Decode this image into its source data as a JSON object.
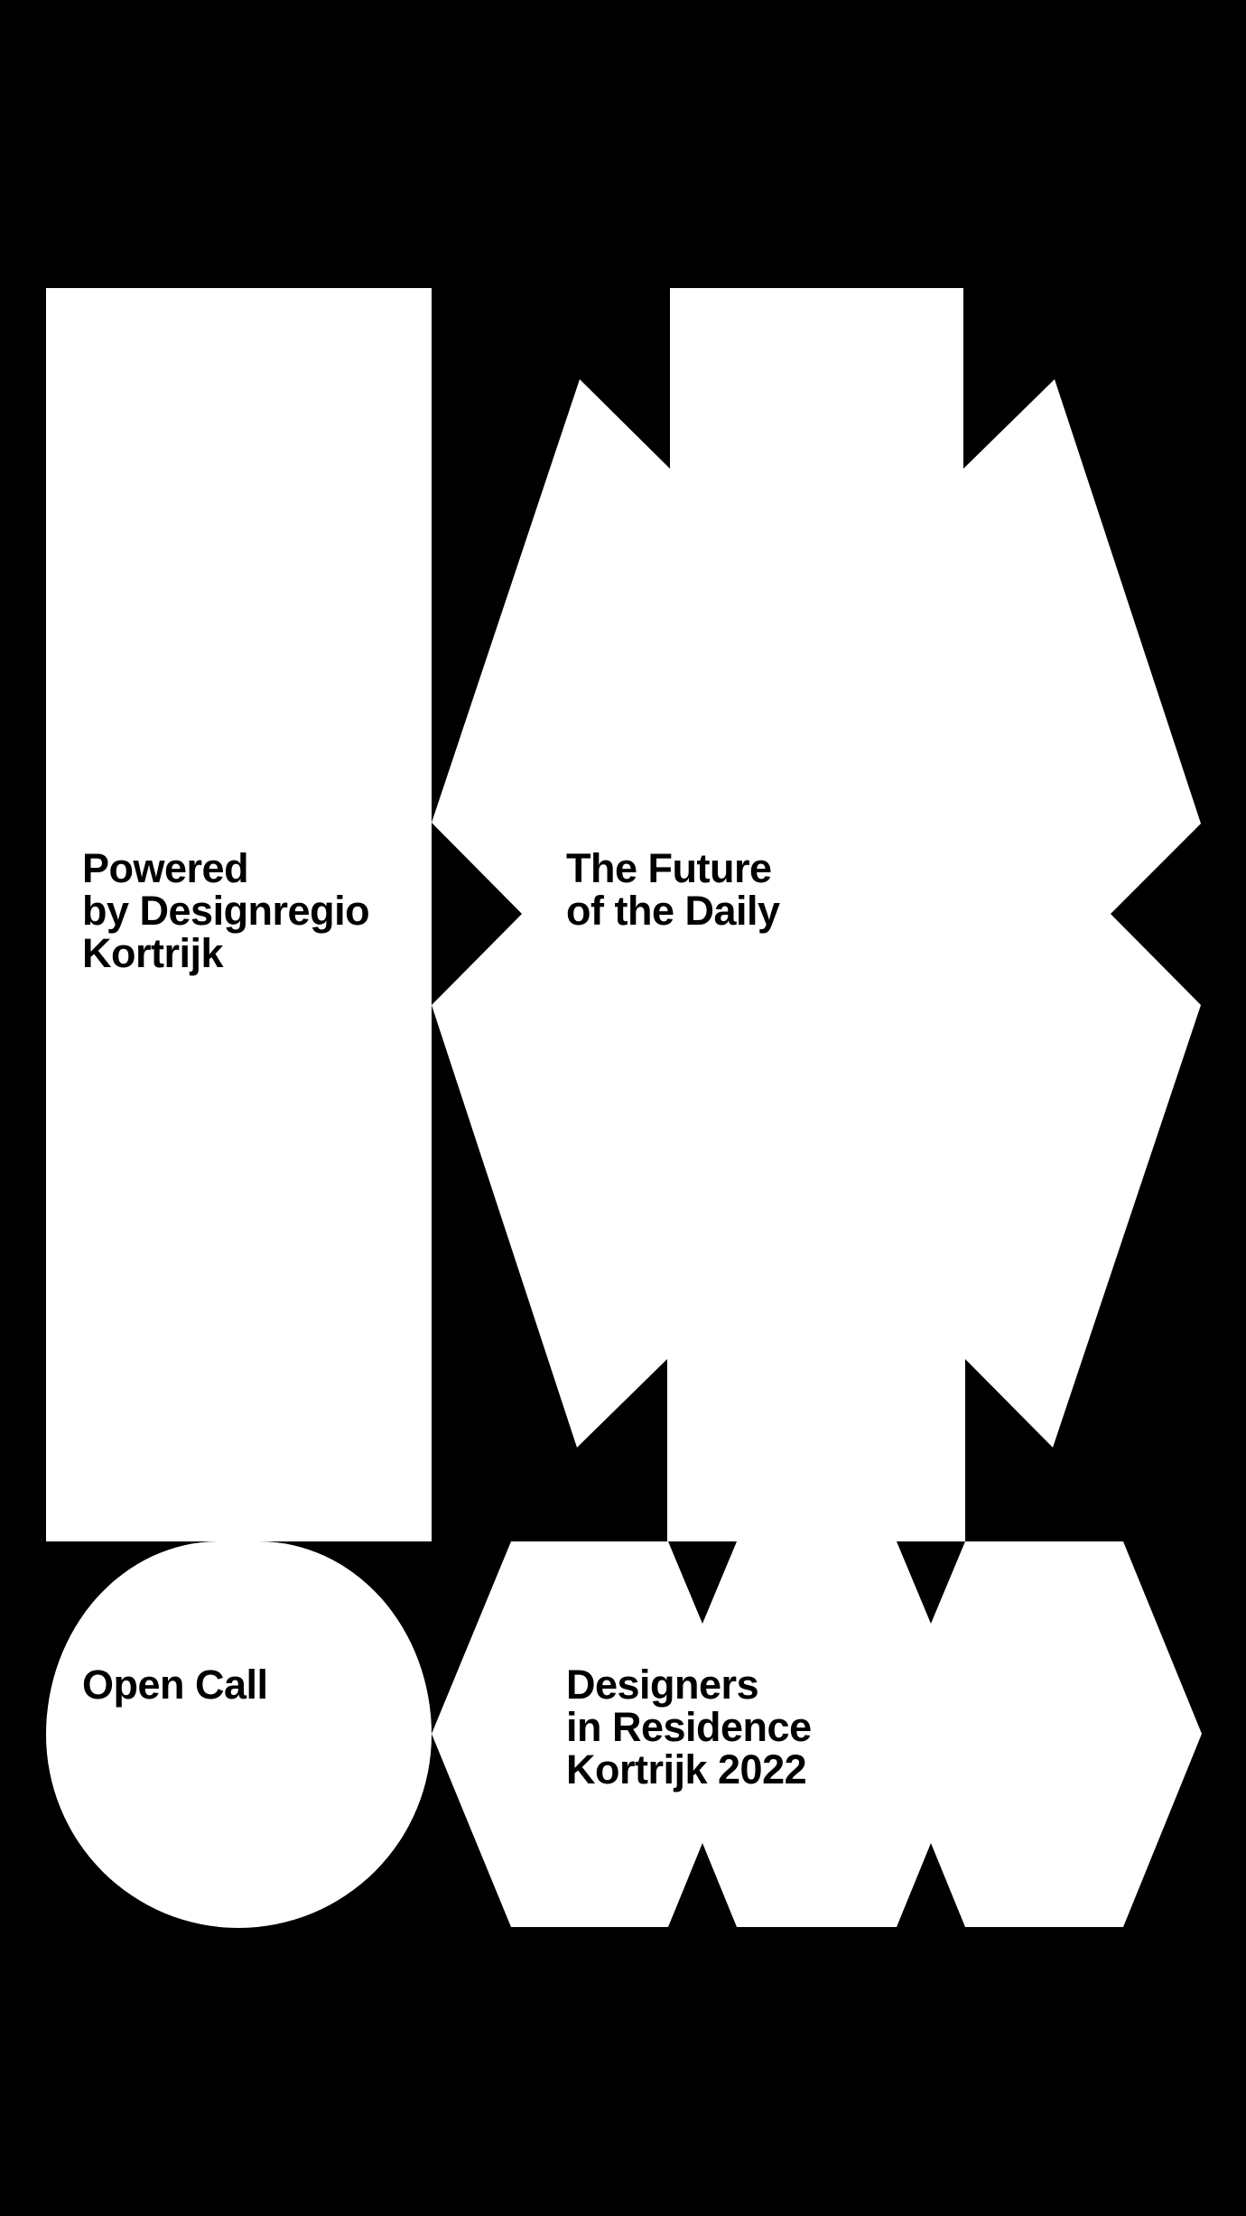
{
  "colors": {
    "background": "#000000",
    "shape": "#ffffff",
    "text": "#000000"
  },
  "texts": {
    "powered": [
      "Powered",
      "by Designregio",
      "Kortrijk"
    ],
    "future": [
      "The Future",
      "of the Daily"
    ],
    "open_call": [
      "Open Call"
    ],
    "designers": [
      "Designers",
      "in Residence",
      "Kortrijk 2022"
    ]
  }
}
